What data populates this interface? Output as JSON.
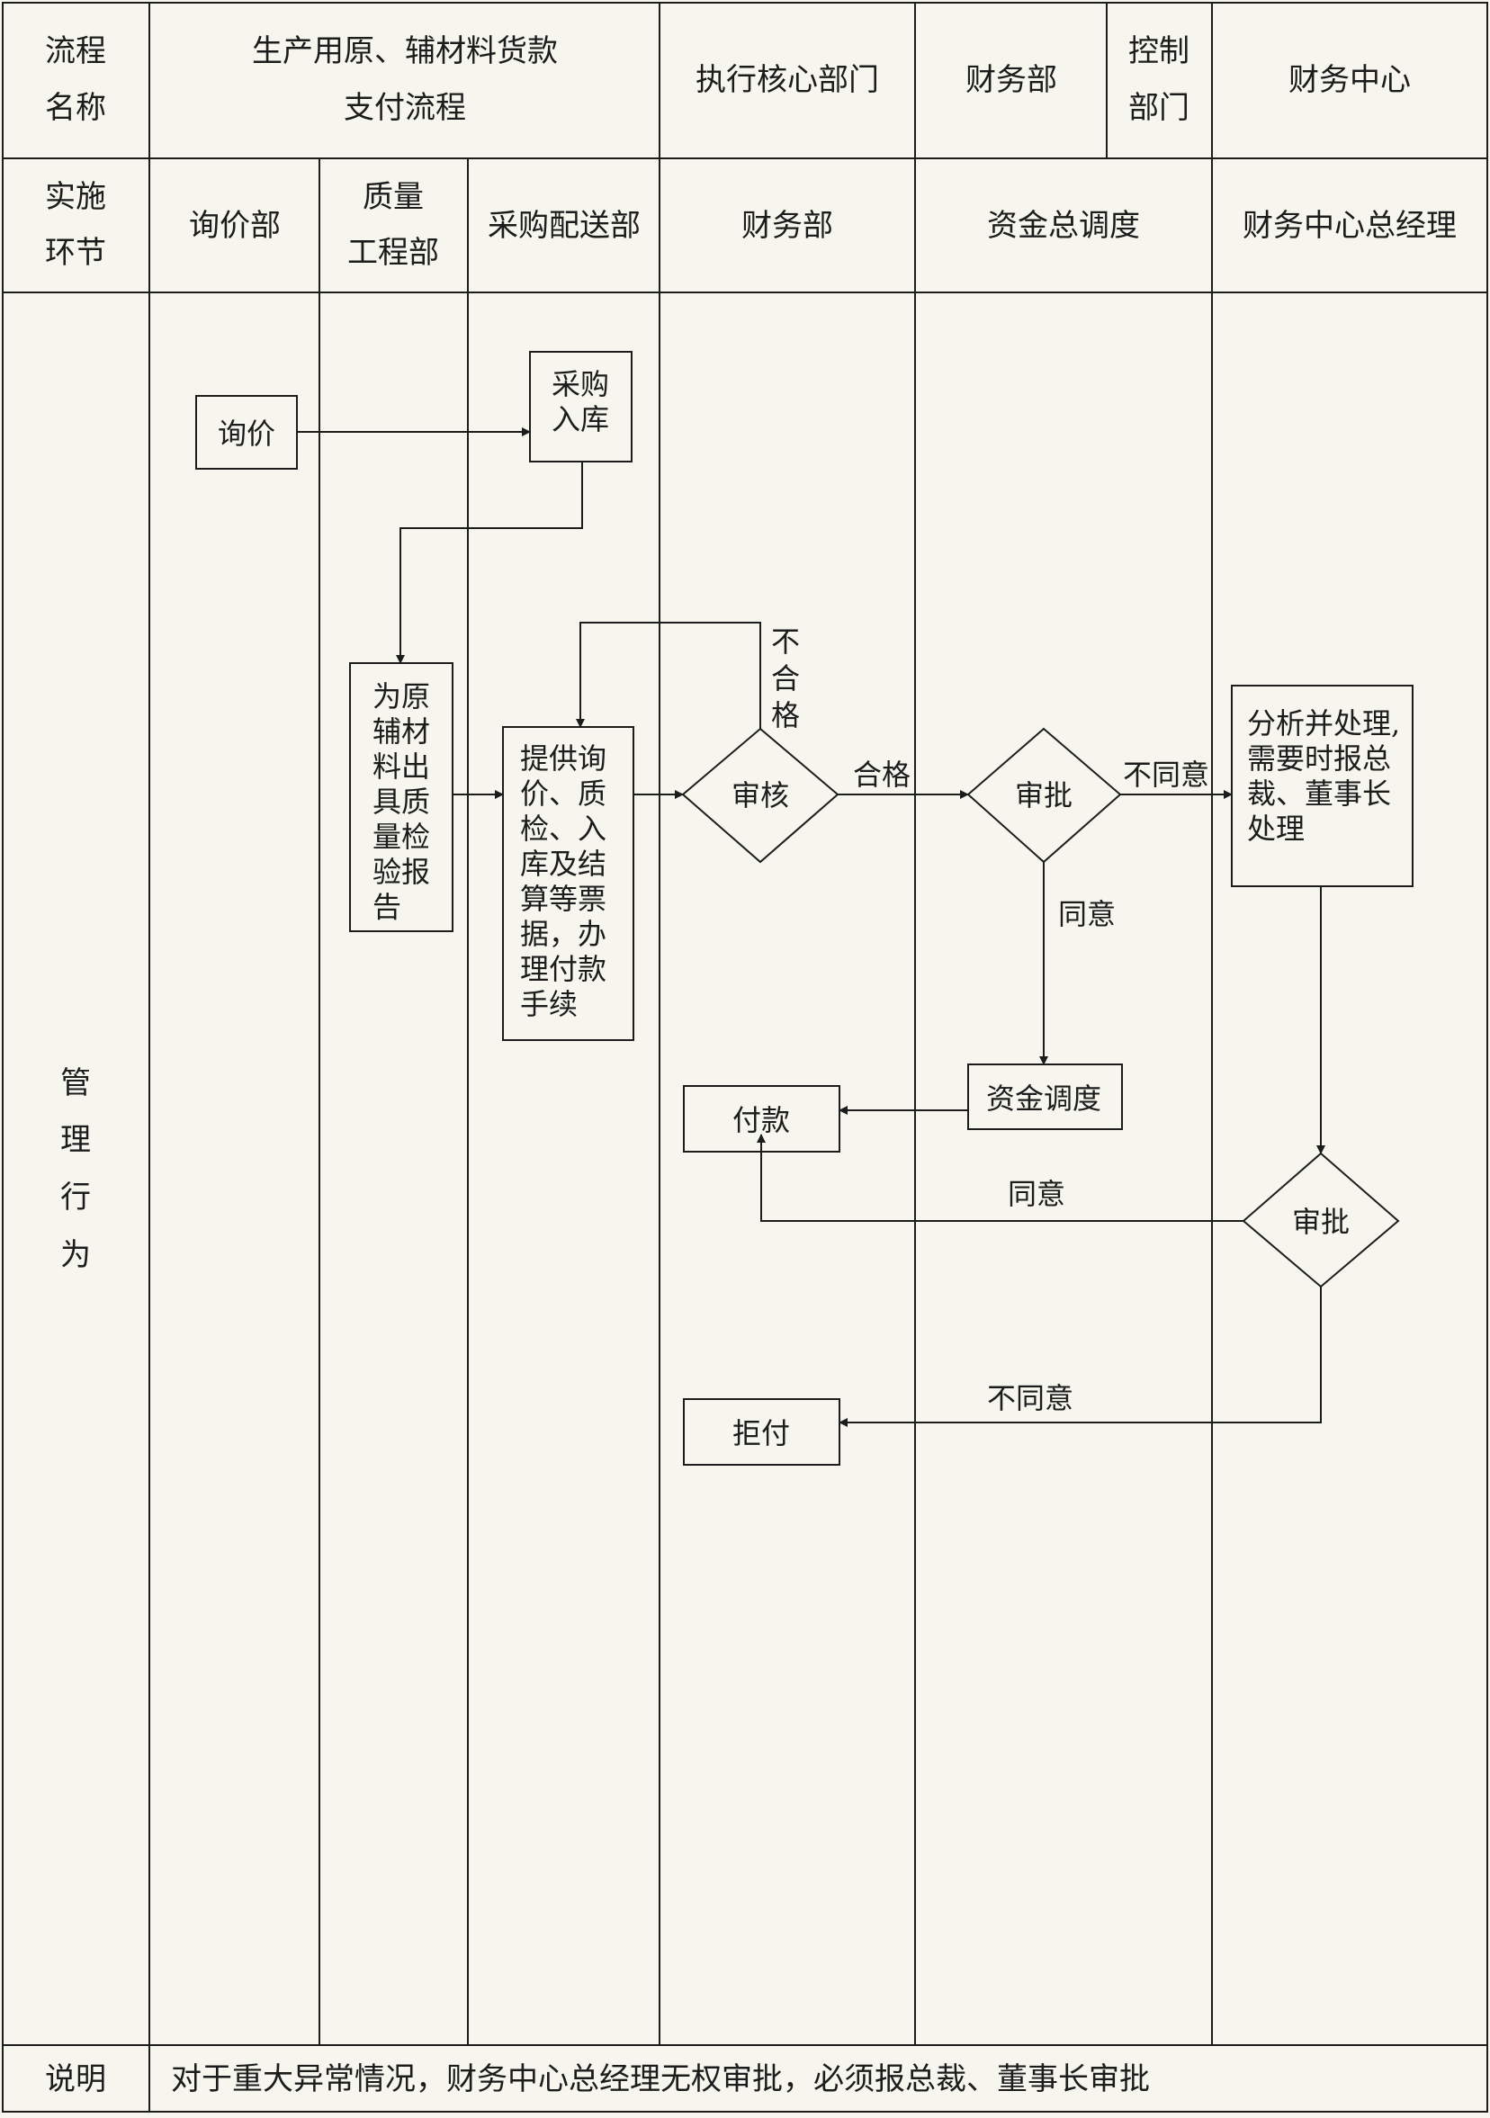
{
  "header": {
    "process_name_label": [
      "流程",
      "名称"
    ],
    "process_name_value": [
      "生产用原、辅材料货款",
      "支付流程"
    ],
    "exec_dept_label": "执行核心部门",
    "exec_dept_value": "财务部",
    "control_dept_label": [
      "控制",
      "部门"
    ],
    "control_dept_value": "财务中心"
  },
  "lanes": {
    "label": [
      "实施",
      "环节"
    ],
    "names": [
      "询价部",
      [
        "质量",
        "工程部"
      ],
      "采购配送部",
      "财务部",
      "资金总调度",
      "财务中心总经理"
    ]
  },
  "body_label": [
    "管",
    "理",
    "行",
    "为"
  ],
  "nodes": {
    "inquiry": "询价",
    "purchase_store": [
      "采购",
      "入库"
    ],
    "quality_report": [
      "为原",
      "辅材",
      "料出",
      "具质",
      "量检",
      "验报",
      "告"
    ],
    "provide_docs": [
      "提供询",
      "价、质",
      "检、入",
      "库及结",
      "算等票",
      "据，办",
      "理付款",
      "手续"
    ],
    "review": "审核",
    "approve_fund": "审批",
    "analyze": [
      "分析并处理,",
      "需要时报总",
      "裁、董事长",
      "处理"
    ],
    "fund_dispatch": "资金调度",
    "payment": "付款",
    "approve_center": "审批",
    "reject": "拒付"
  },
  "edge_labels": {
    "fail": [
      "不",
      "合",
      "格"
    ],
    "pass": "合格",
    "disagree_1": "不同意",
    "agree_1": "同意",
    "agree_2": "同意",
    "disagree_2": "不同意"
  },
  "note": {
    "label": "说明",
    "text": "对于重大异常情况，财务中心总经理无权审批，必须报总裁、董事长审批"
  }
}
